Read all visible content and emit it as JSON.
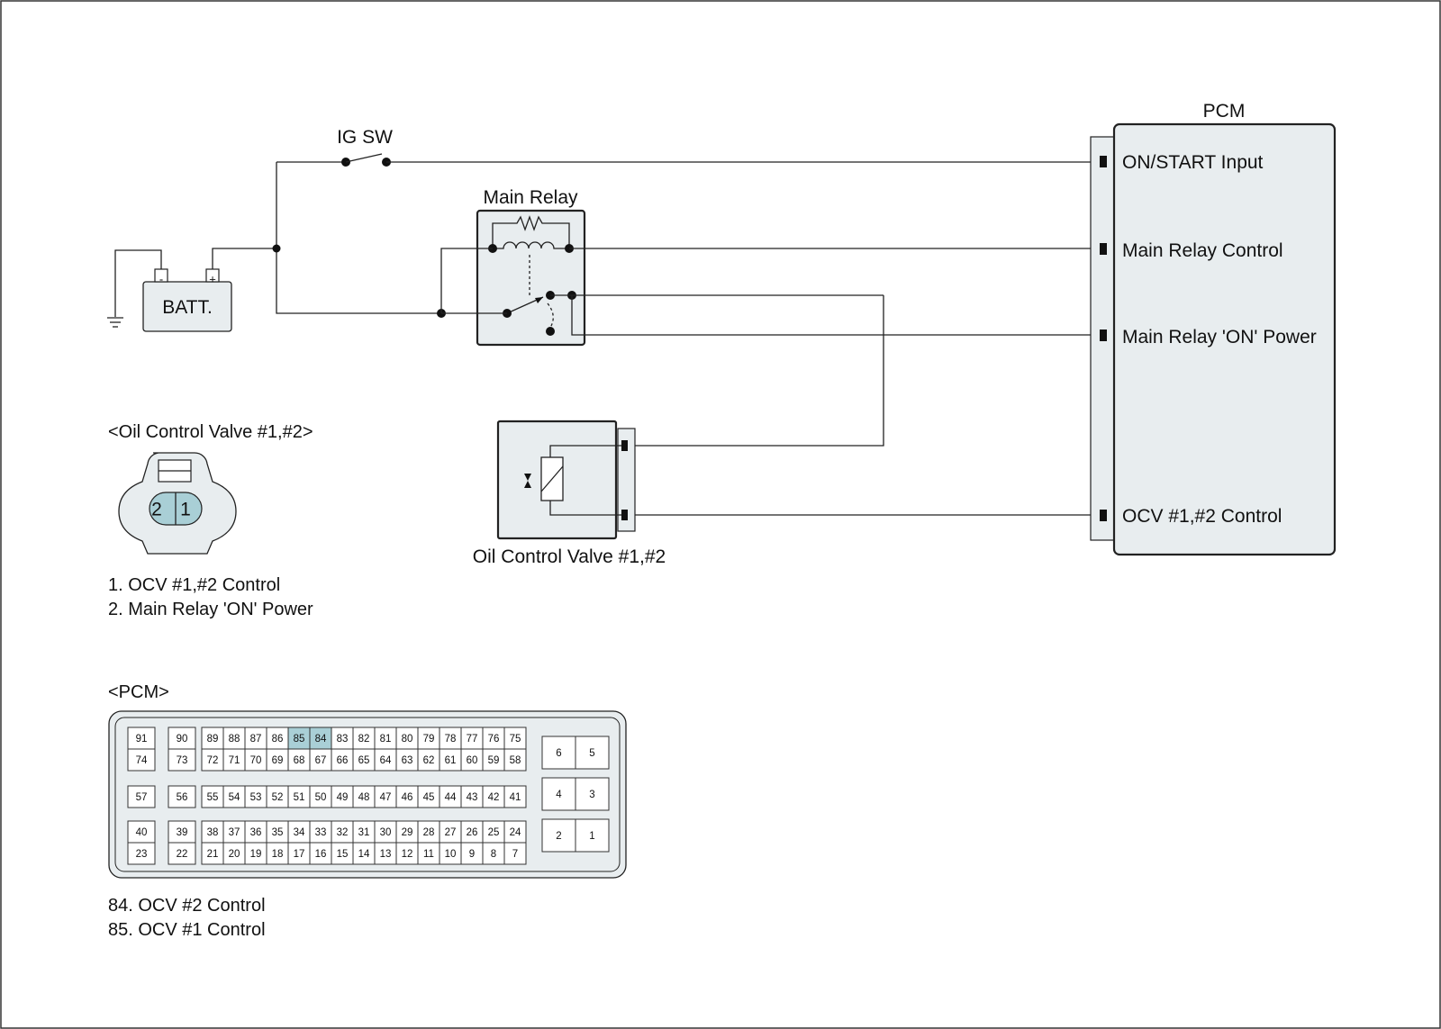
{
  "labels": {
    "ig_sw": "IG SW",
    "main_relay": "Main Relay",
    "batt": "BATT.",
    "batt_minus": "-",
    "batt_plus": "+",
    "pcm": "PCM",
    "ocv": "Oil Control Valve #1,#2"
  },
  "pcm_terminals": [
    "ON/START Input",
    "Main Relay Control",
    "Main Relay 'ON' Power",
    "OCV #1,#2 Control"
  ],
  "ocv_connector": {
    "title": "<Oil Control Valve #1,#2>",
    "pins": [
      "2",
      "1"
    ],
    "legend": [
      "1. OCV #1,#2 Control",
      "2. Main Relay 'ON' Power"
    ]
  },
  "pcm_connector": {
    "title": "<PCM>",
    "highlighted": [
      "85",
      "84"
    ],
    "highlight_color": "#a9cfd6",
    "legend": [
      "84. OCV #2 Control",
      "85. OCV #1 Control"
    ],
    "rows_top": [
      "89",
      "88",
      "87",
      "86",
      "85",
      "84",
      "83",
      "82",
      "81",
      "80",
      "79",
      "78",
      "77",
      "76",
      "75"
    ],
    "rows_top2": [
      "72",
      "71",
      "70",
      "69",
      "68",
      "67",
      "66",
      "65",
      "64",
      "63",
      "62",
      "61",
      "60",
      "59",
      "58"
    ],
    "rows_mid": [
      "55",
      "54",
      "53",
      "52",
      "51",
      "50",
      "49",
      "48",
      "47",
      "46",
      "45",
      "44",
      "43",
      "42",
      "41"
    ],
    "rows_bot": [
      "38",
      "37",
      "36",
      "35",
      "34",
      "33",
      "32",
      "31",
      "30",
      "29",
      "28",
      "27",
      "26",
      "25",
      "24"
    ],
    "rows_bot2": [
      "21",
      "20",
      "19",
      "18",
      "17",
      "16",
      "15",
      "14",
      "13",
      "12",
      "11",
      "10",
      "9",
      "8",
      "7"
    ],
    "single_a": [
      "91",
      "74",
      "57",
      "40",
      "23"
    ],
    "single_b": [
      "90",
      "73",
      "56",
      "39",
      "22"
    ],
    "right_pairs": [
      [
        "6",
        "5"
      ],
      [
        "4",
        "3"
      ],
      [
        "2",
        "1"
      ]
    ]
  }
}
